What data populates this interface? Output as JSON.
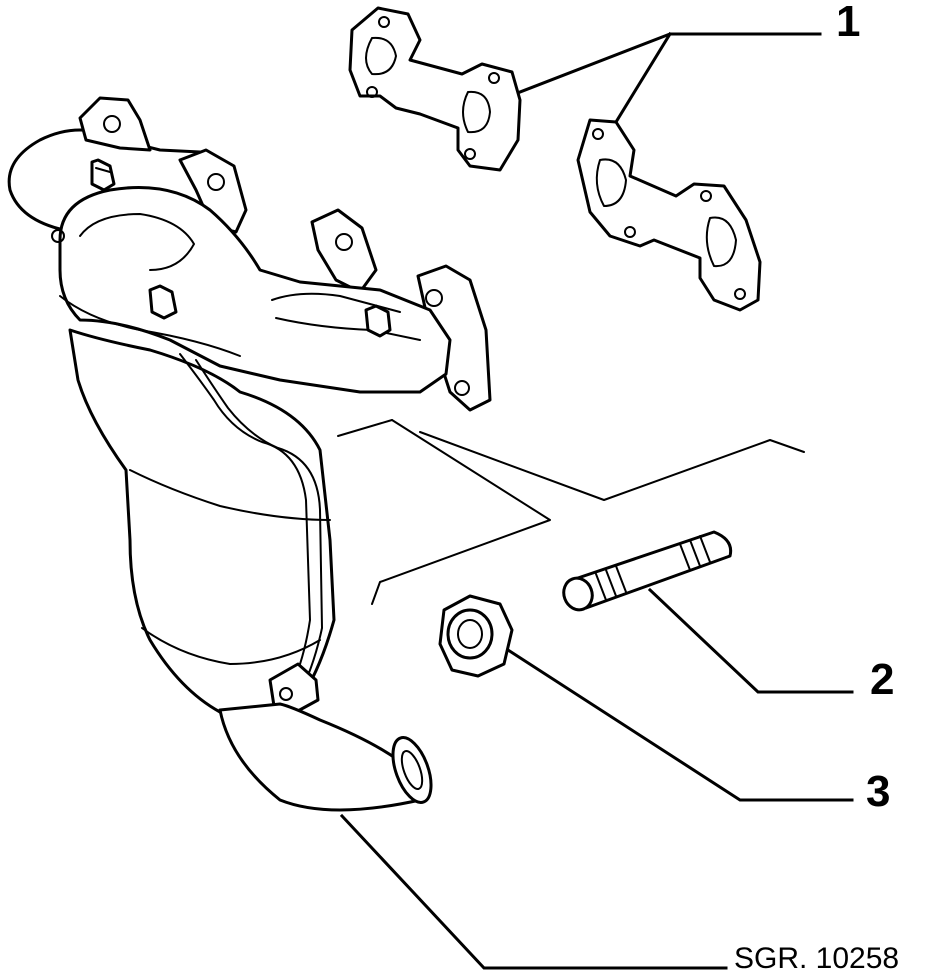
{
  "callouts": [
    {
      "id": "1",
      "label": "1",
      "part": "manifold-gasket"
    },
    {
      "id": "2",
      "label": "2",
      "part": "stud"
    },
    {
      "id": "3",
      "label": "3",
      "part": "nut"
    }
  ],
  "reference_code": "SGR. 10258",
  "colors": {
    "line": "#000000",
    "background": "#ffffff",
    "shade": "#d9d9d9"
  }
}
